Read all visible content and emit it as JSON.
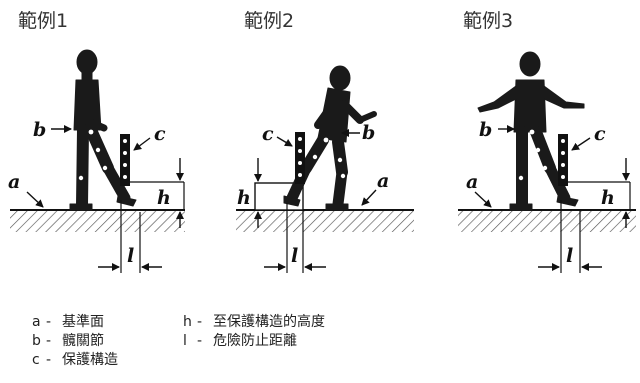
{
  "titles": [
    "範例1",
    "範例2",
    "範例3"
  ],
  "labels": {
    "a": "a",
    "b": "b",
    "c": "c",
    "h": "h",
    "l": "l"
  },
  "legend": [
    {
      "key": "a",
      "sep": "-",
      "text": "基準面"
    },
    {
      "key": "b",
      "sep": "-",
      "text": "髖關節"
    },
    {
      "key": "c",
      "sep": "-",
      "text": "保護構造"
    },
    {
      "key": "h",
      "sep": "-",
      "text": "至保護構造的高度"
    },
    {
      "key": "l",
      "sep": "-",
      "text": "危險防止距離"
    }
  ]
}
